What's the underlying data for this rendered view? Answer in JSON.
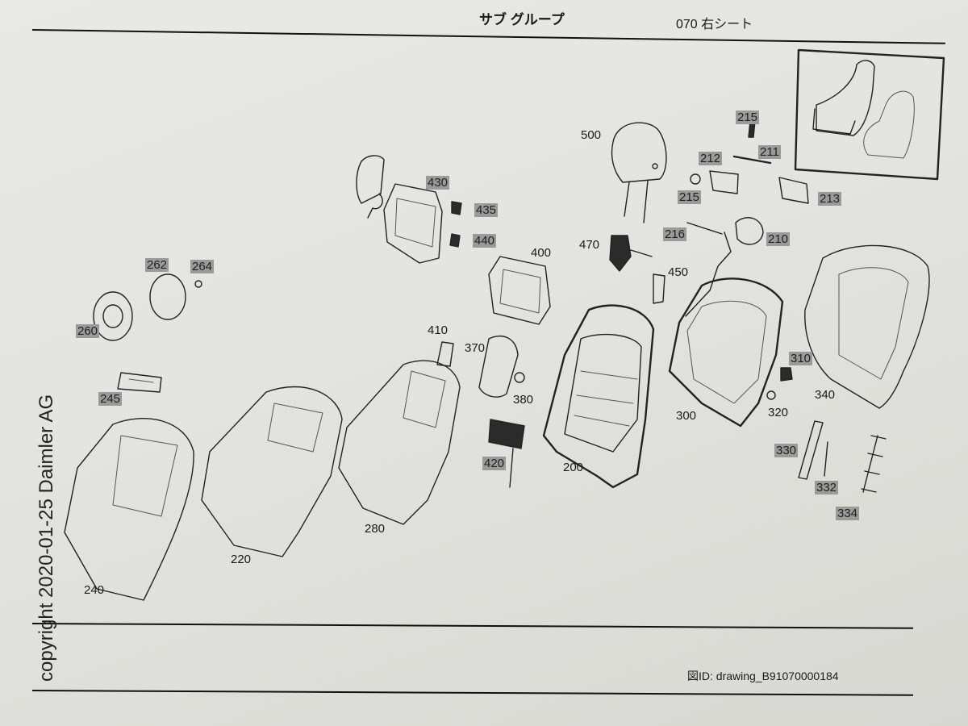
{
  "header": {
    "subgroup_label": "サブ グループ",
    "group_label": "070 右シート"
  },
  "footer": {
    "drawing_id": "図ID: drawing_B91070000184",
    "copyright": "copyright 2020-01-25 Daimler AG"
  },
  "callouts": {
    "c500": "500",
    "c215a": "215",
    "c212": "212",
    "c211": "211",
    "c215b": "215",
    "c213": "213",
    "c430": "430",
    "c435": "435",
    "c440": "440",
    "c216": "216",
    "c210": "210",
    "c470": "470",
    "c400": "400",
    "c450": "450",
    "c262": "262",
    "c264": "264",
    "c260": "260",
    "c410": "410",
    "c370": "370",
    "c380": "380",
    "c310": "310",
    "c340": "340",
    "c300": "300",
    "c320": "320",
    "c245": "245",
    "c420": "420",
    "c200": "200",
    "c330": "330",
    "c332": "332",
    "c334": "334",
    "c280": "280",
    "c220": "220",
    "c240": "240"
  }
}
